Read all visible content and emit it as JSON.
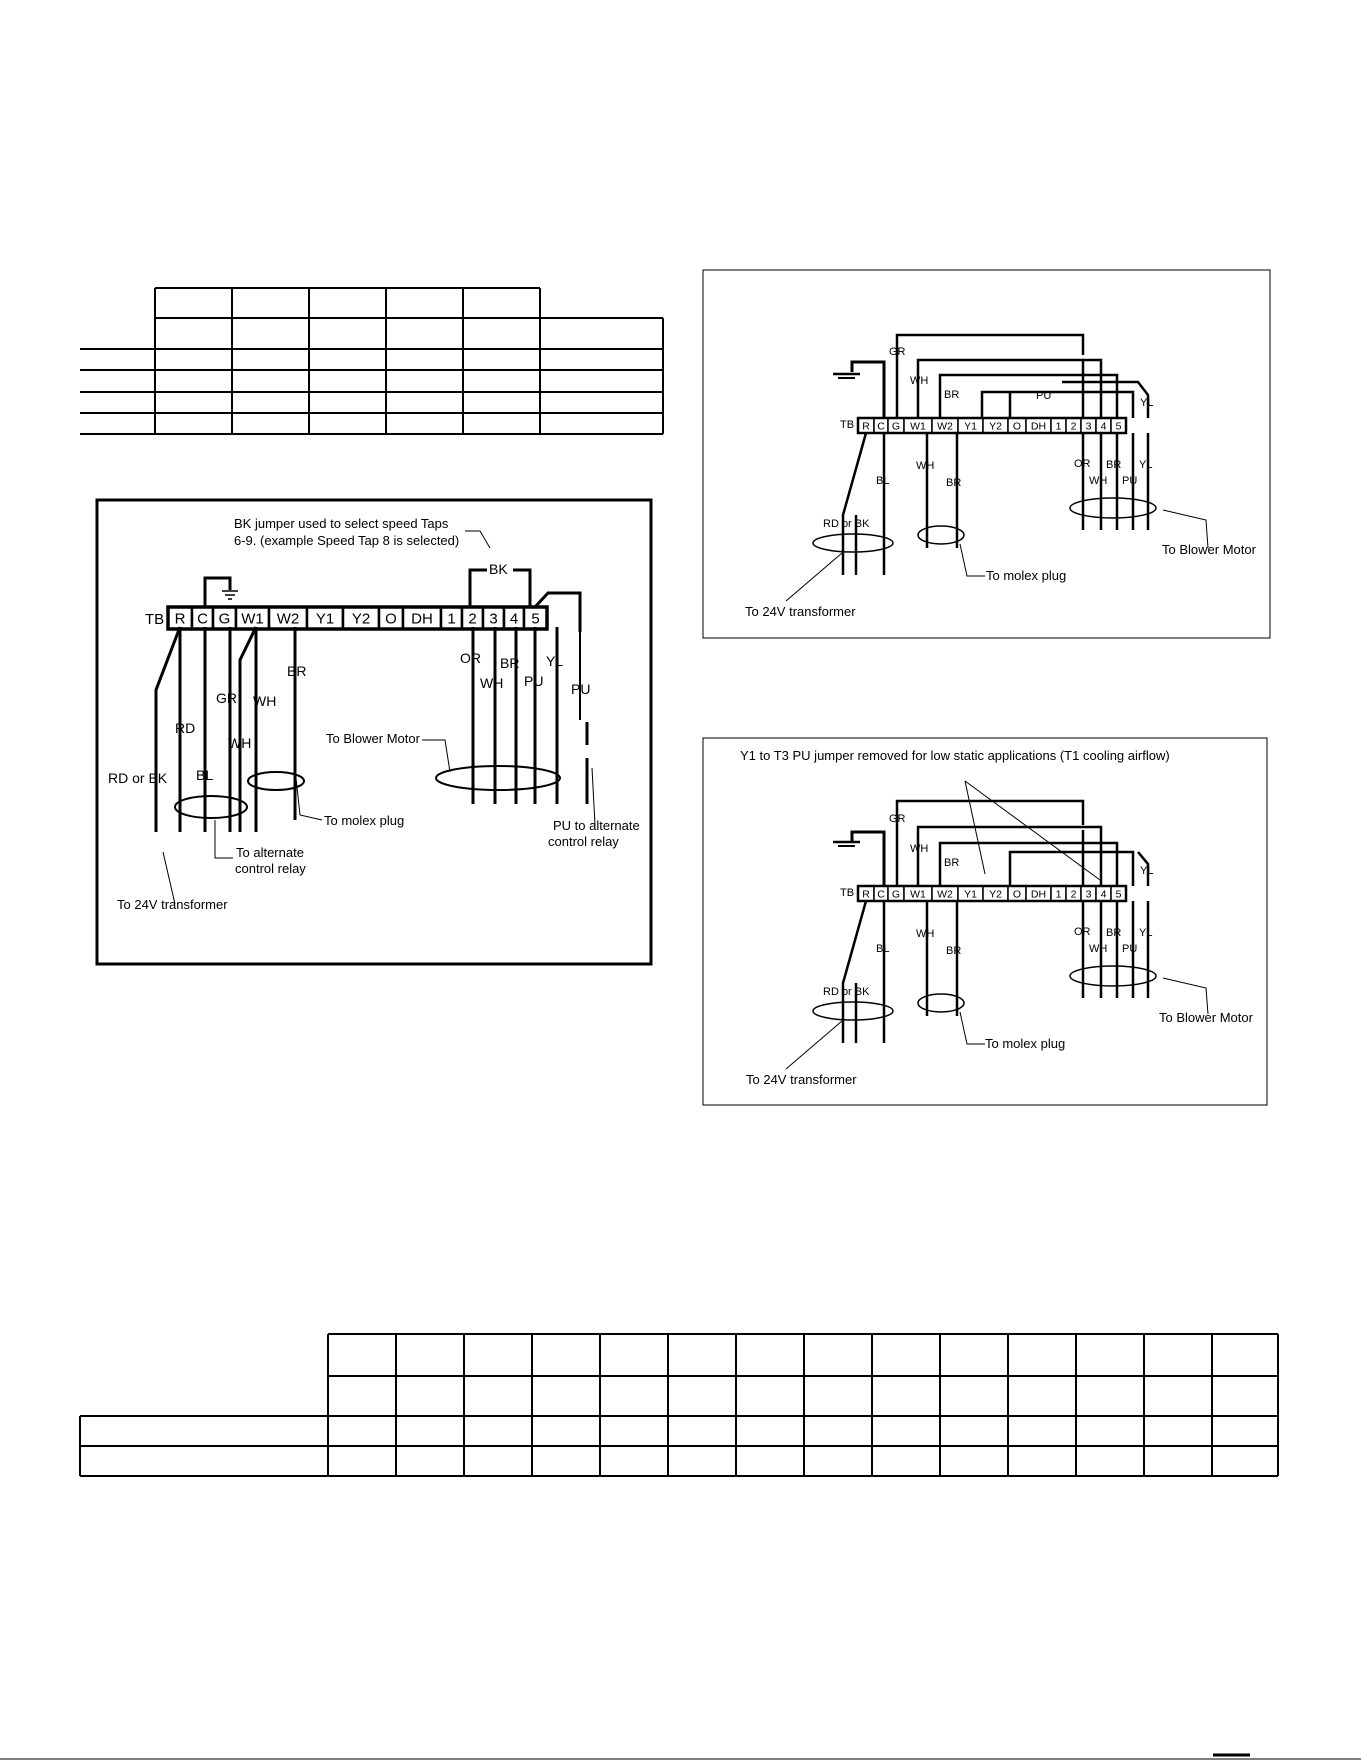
{
  "diagram_a": {
    "tb_label": "TB",
    "terminals": [
      "R",
      "C",
      "G",
      "W1",
      "W2",
      "Y1",
      "Y2",
      "O",
      "DH",
      "1",
      "2",
      "3",
      "4",
      "5"
    ],
    "wire_labels": {
      "rd_or_bk": "RD or BK",
      "rd": "RD",
      "bl": "BL",
      "gr": "GR",
      "wh_a": "WH",
      "wh_b": "WH",
      "br": "BR",
      "or": "OR",
      "wh_c": "WH",
      "br_b": "BR",
      "pu": "PU",
      "yl": "YL",
      "pu_b": "PU",
      "bk": "BK"
    },
    "annotations": {
      "bk_jumper_line1": "BK jumper used to select speed Taps",
      "bk_jumper_line2": "6-9. (example Speed Tap 8 is selected)",
      "to_blower_motor": "To Blower Motor",
      "to_molex_plug": "To molex plug",
      "to_alternate_line1": "To alternate",
      "to_alternate_line2": "control relay",
      "pu_alternate_line1": "PU to alternate",
      "pu_alternate_line2": "control relay",
      "to_24v": "To 24V transformer"
    }
  },
  "diagram_b": {
    "tb_label": "TB",
    "terminals": [
      "R",
      "C",
      "G",
      "W1",
      "W2",
      "Y1",
      "Y2",
      "O",
      "DH",
      "1",
      "2",
      "3",
      "4",
      "5"
    ],
    "wire_labels": {
      "gr": "GR",
      "wh": "WH",
      "br": "BR",
      "pu": "PU",
      "yl": "YL",
      "bl": "BL",
      "rd_or_bk": "RD or BK",
      "wh_b": "WH",
      "br_b": "BR",
      "or": "OR",
      "br_c": "BR",
      "yl_b": "YL",
      "wh_c": "WH",
      "pu_b": "PU"
    },
    "annotations": {
      "to_blower_motor": "To Blower Motor",
      "to_molex_plug": "To molex plug",
      "to_24v": "To 24V transformer"
    }
  },
  "diagram_c": {
    "title": "Y1 to T3 PU jumper removed for low static applications (T1 cooling airflow)",
    "tb_label": "TB",
    "terminals": [
      "R",
      "C",
      "G",
      "W1",
      "W2",
      "Y1",
      "Y2",
      "O",
      "DH",
      "1",
      "2",
      "3",
      "4",
      "5"
    ],
    "wire_labels": {
      "gr": "GR",
      "wh": "WH",
      "br": "BR",
      "yl": "YL",
      "bl": "BL",
      "rd_or_bk": "RD or BK",
      "wh_b": "WH",
      "br_b": "BR",
      "or": "OR",
      "br_c": "BR",
      "yl_b": "YL",
      "wh_c": "WH",
      "pu_b": "PU"
    },
    "annotations": {
      "to_blower_motor": "To Blower Motor",
      "to_molex_plug": "To molex plug",
      "to_24v": "To 24V transformer"
    }
  }
}
